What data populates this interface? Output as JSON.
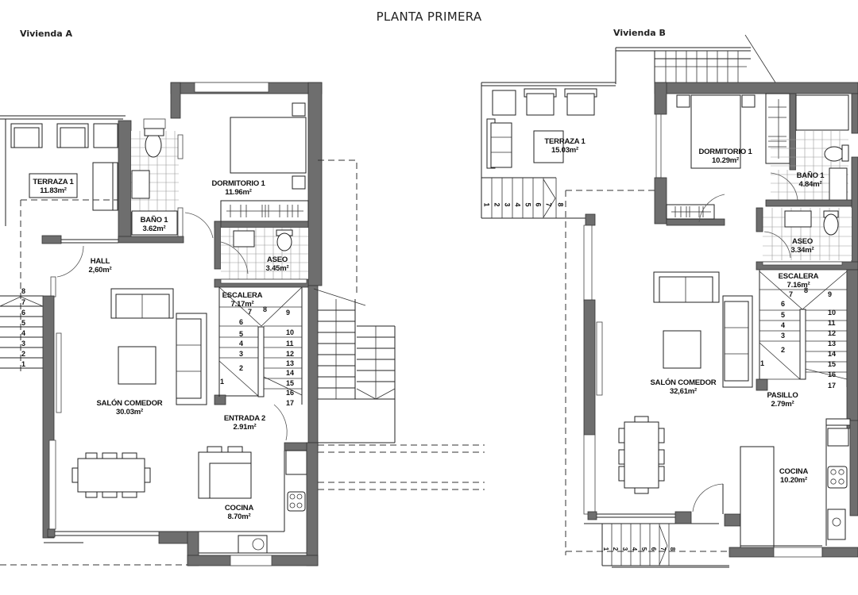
{
  "title": "PLANTA PRIMERA",
  "viviendas": [
    {
      "label": "Vivienda A",
      "rooms": [
        {
          "name": "TERRAZA 1",
          "area": "11.83m²"
        },
        {
          "name": "BAÑO 1",
          "area": "3.62m²"
        },
        {
          "name": "DORMITORIO 1",
          "area": "11.96m²"
        },
        {
          "name": "ASEO",
          "area": "3.45m²"
        },
        {
          "name": "HALL",
          "area": "2,60m²"
        },
        {
          "name": "ESCALERA",
          "area": "7.17m²"
        },
        {
          "name": "SALÓN COMEDOR",
          "area": "30.03m²"
        },
        {
          "name": "ENTRADA 2",
          "area": "2.91m²"
        },
        {
          "name": "COCINA",
          "area": "8.70m²"
        }
      ],
      "exterior_stair_steps": [
        "8",
        "7",
        "6",
        "5",
        "4",
        "3",
        "2",
        "1"
      ],
      "interior_stair_steps_left": [
        "7",
        "6",
        "5",
        "4",
        "3",
        "2",
        "1"
      ],
      "interior_stair_top": "8",
      "interior_stair_steps_right": [
        "9",
        "10",
        "11",
        "12",
        "13",
        "14",
        "15",
        "16",
        "17"
      ]
    },
    {
      "label": "Vivienda B",
      "rooms": [
        {
          "name": "TERRAZA 1",
          "area": "15.03m²"
        },
        {
          "name": "DORMITORIO 1",
          "area": "10.29m²"
        },
        {
          "name": "BAÑO 1",
          "area": "4.84m²"
        },
        {
          "name": "ASEO",
          "area": "3.34m²"
        },
        {
          "name": "ESCALERA",
          "area": "7.16m²"
        },
        {
          "name": "SALÓN COMEDOR",
          "area": "32,61m²"
        },
        {
          "name": "PASILLO",
          "area": "2.79m²"
        },
        {
          "name": "COCINA",
          "area": "10.20m²"
        }
      ],
      "terrace_stair_steps": [
        "1",
        "2",
        "3",
        "4",
        "5",
        "6",
        "7",
        "8"
      ],
      "interior_stair_steps_left": [
        "7",
        "6",
        "5",
        "4",
        "3",
        "2",
        "1"
      ],
      "interior_stair_top": "8",
      "interior_stair_steps_right": [
        "9",
        "10",
        "11",
        "12",
        "13",
        "14",
        "15",
        "16",
        "17"
      ],
      "entrance_stair_steps": [
        "1",
        "2",
        "3",
        "4",
        "5",
        "6",
        "7",
        "8"
      ]
    }
  ],
  "colors": {
    "wall": "#6e6e6e",
    "line": "#222222",
    "background": "#ffffff"
  }
}
